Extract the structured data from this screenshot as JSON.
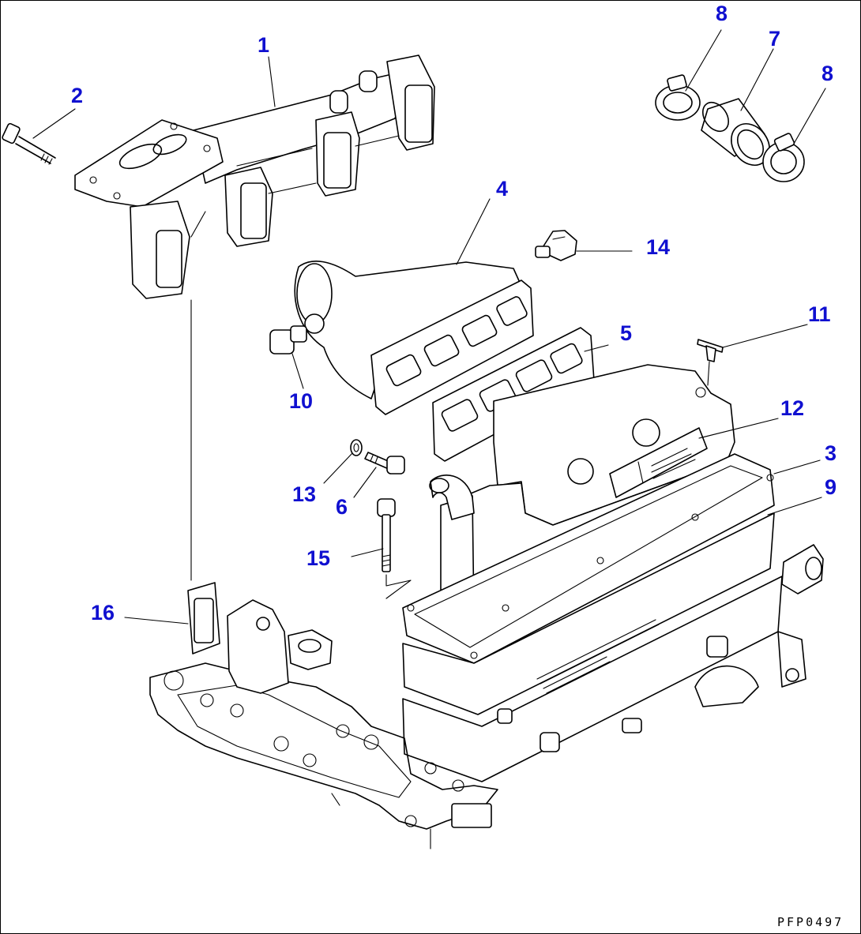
{
  "drawing_code": "PFP0497",
  "callout_color": "#1010d0",
  "callouts": {
    "c1": "1",
    "c2": "2",
    "c3": "3",
    "c4": "4",
    "c5": "5",
    "c6": "6",
    "c7": "7",
    "c8a": "8",
    "c8b": "8",
    "c9": "9",
    "c10": "10",
    "c11": "11",
    "c12": "12",
    "c13": "13",
    "c14": "14",
    "c15": "15",
    "c16": "16"
  }
}
